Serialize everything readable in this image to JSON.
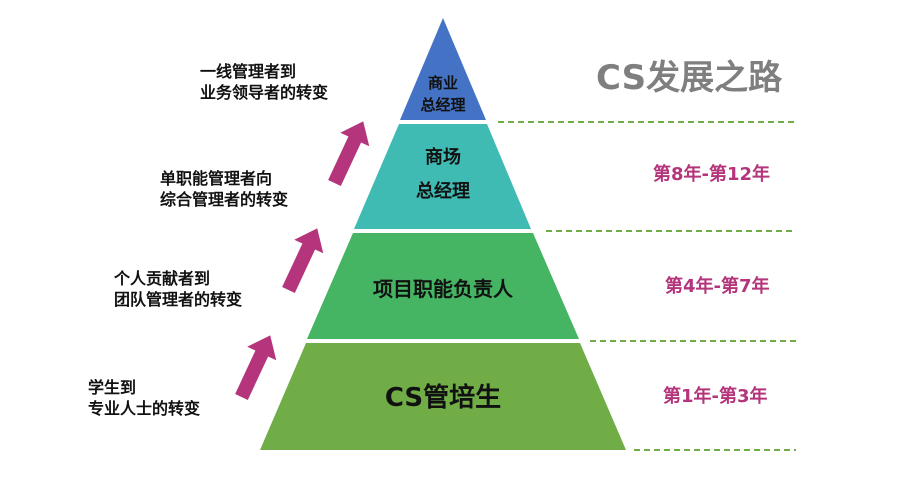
{
  "title": "CS发展之路",
  "colors": {
    "level_top": "#4472c4",
    "level_2": "#40bbb4",
    "level_3": "#45b463",
    "level_bottom": "#70ad47",
    "arrow": "#b5357c",
    "years_text": "#b5357c",
    "dash": "#70ad47",
    "title": "#7f7f7f"
  },
  "levels": [
    {
      "lines": [
        "商业",
        "总经理"
      ]
    },
    {
      "lines": [
        "商场",
        "总经理"
      ]
    },
    {
      "lines": [
        "项目职能负责人"
      ]
    },
    {
      "lines": [
        "CS管培生"
      ]
    }
  ],
  "transitions": [
    {
      "line1": "一线管理者到",
      "line2": "业务领导者的转变"
    },
    {
      "line1": "单职能管理者向",
      "line2": "综合管理者的转变"
    },
    {
      "line1": "个人贡献者到",
      "line2": "团队管理者的转变"
    },
    {
      "line1": "学生到",
      "line2": "专业人士的转变"
    }
  ],
  "years": [
    {
      "label": "第8年-第12年"
    },
    {
      "label": "第4年-第7年"
    },
    {
      "label": "第1年-第3年"
    }
  ]
}
